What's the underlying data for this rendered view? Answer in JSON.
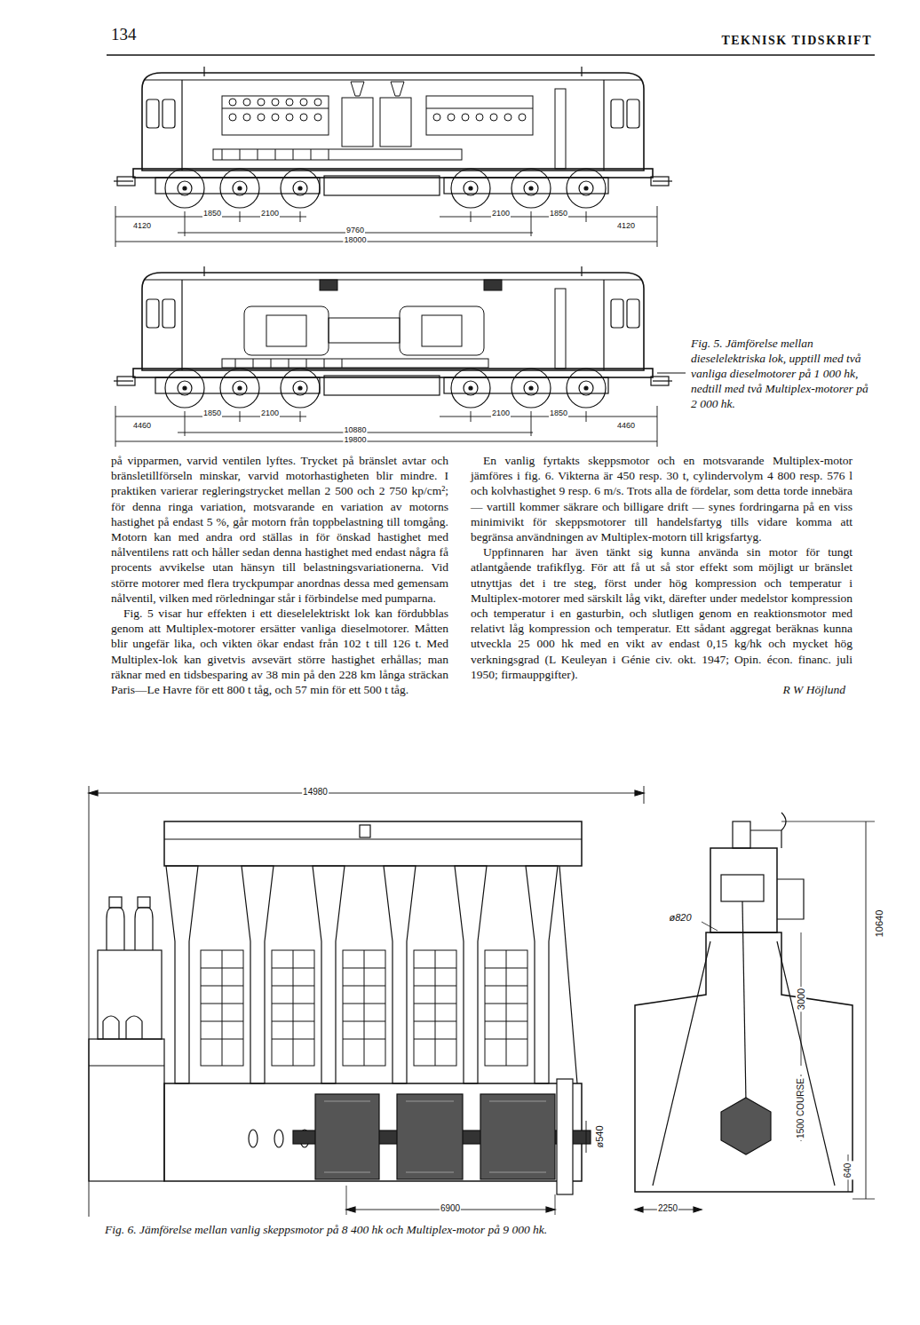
{
  "diagram": {
    "caption": "Fig. 6. Jämförelse mellan vanlig skeppsmotor på 8 400 hk och Multiplex-motor på 9 000 hk.",
    "labels": [
      "134",
      "TEKNISK TIDSKRIFT",
      "4120",
      "1850",
      "2100",
      "9760",
      "18000",
      "2100",
      "1850",
      "4120",
      "1850",
      "2100",
      "4460",
      "10880",
      "19800",
      "2100",
      "1850",
      "4460",
      "Fig. 5. Jämförelse mellan dieselelektriska lok, upptill med två vanliga dieselmotorer på 1 000 hk, nedtill med två Multiplex-motorer på 2 000 hk.",
      "på vipparmen, varvid ventilen lyftes. Trycket på bränslet avtar och bränsletillförseln minskar, varvid motorhastigheten blir mindre. I praktiken varierar regleringstrycket mellan 2 500 och 2 750 kp/cm²; för denna ringa variation, motsvarande en variation av motorns hastighet på endast 5 %, går motorn från toppbelastning till tomgång. Motorn kan med andra ord ställas in för önskad hastighet med nålventilens ratt och håller sedan denna hastighet med endast några få procents avvikelse utan hänsyn till belastningsvariationerna. Vid större motorer med flera tryckpumpar anordnas dessa med gemensam nålventil, vilken med rörledningar står i förbindelse med pumparna.",
      "Fig. 5 visar hur effekten i ett dieselelektriskt lok kan fördubblas genom att Multiplex-motorer ersätter vanliga dieselmotorer. Måtten blir ungefär lika, och vikten ökar endast från 102 t till 126 t. Med Multiplex-lok kan givetvis avsevärt större hastighet erhållas; man räknar med en tidsbesparing av 38 min på den 228 km långa sträckan Paris—Le Havre för ett 800 t tåg, och 57 min för ett 500 t tåg.",
      "En vanlig fyrtakts skeppsmotor och en motsvarande Multiplex-motor jämföres i fig. 6. Vikterna är 450 resp. 30 t, cylindervolym 4 800 resp. 576 l och kolvhastighet 9 resp. 6 m/s. Trots alla de fördelar, som detta torde innebära — vartill kommer säkrare och billigare drift — synes fordringarna på en viss minimivikt för skeppsmotorer till handelsfartyg tills vidare komma att begränsa användningen av Multiplex-motorn till krigsfartyg.",
      "Uppfinnaren har även tänkt sig kunna använda sin motor för tungt atlantgående trafikflyg. För att få ut så stor effekt som möjligt ur bränslet utnyttjas det i tre steg, först under hög kompression och temperatur i Multiplex-motorer med särskilt låg vikt, därefter under medelstor kompression och temperatur i en gasturbin, och slutligen genom en reaktionsmotor med relativt låg kompression och temperatur. Ett sådant aggregat beräknas kunna utveckla 25 000 hk med en vikt av endast 0,15 kg/hk och mycket hög verkningsgrad (L Keuleyan i Génie civ. okt. 1947; Opin. écon. financ. juli 1950; firmauppgifter).",
      "R W Höjlund",
      "14980",
      "ø820",
      "10640",
      "3000",
      "1500 COURSE",
      "ø540",
      "640",
      "6900",
      "2250"
    ]
  }
}
